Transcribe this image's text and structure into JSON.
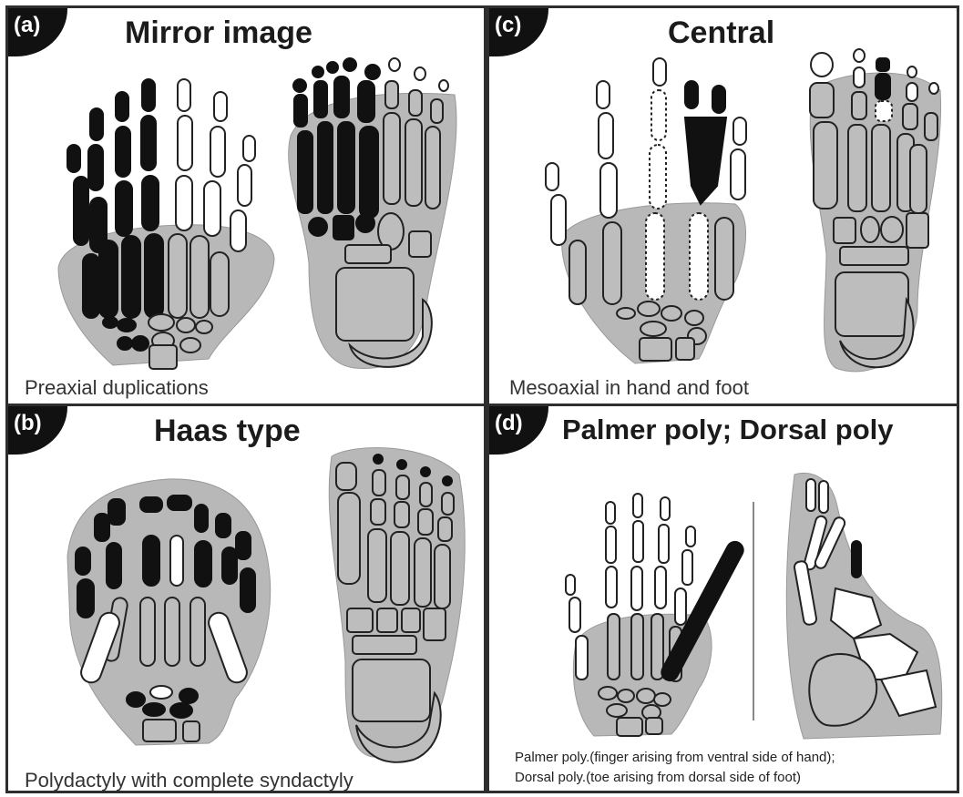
{
  "panels": {
    "a": {
      "badge": "(a)",
      "title": "Mirror image",
      "caption": "Preaxial duplications"
    },
    "b": {
      "badge": "(b)",
      "title": "Haas type",
      "caption": "Polydactyly with complete syndactyly"
    },
    "c": {
      "badge": "(c)",
      "title": "Central",
      "caption": "Mesoaxial in hand and foot"
    },
    "d": {
      "badge": "(d)",
      "title": "Palmer poly;  Dorsal poly",
      "caption_line1": "Palmer poly.(finger arising from ventral side of hand);",
      "caption_line2": "Dorsal poly.(toe arising from dorsal side of foot)"
    }
  },
  "colors": {
    "border": "#2e2e2e",
    "badge": "#111111",
    "skin": "#b8b8b8",
    "bone_dark": "#111111"
  }
}
